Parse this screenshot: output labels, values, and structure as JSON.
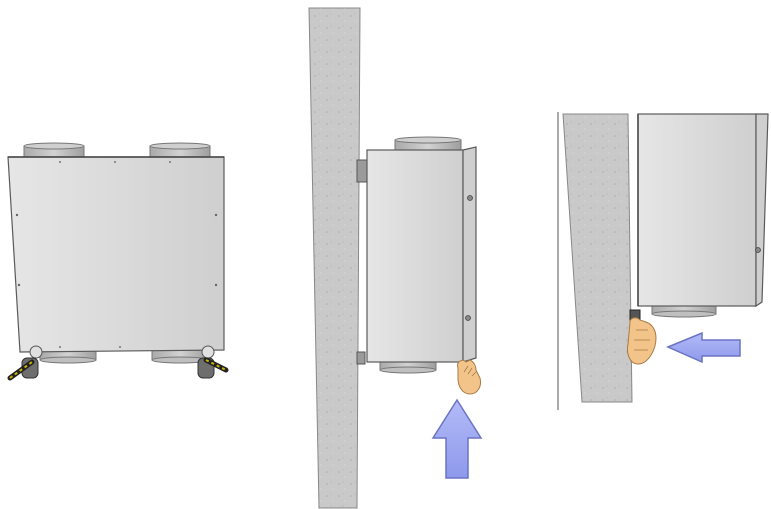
{
  "figure": {
    "panels": [
      {
        "name": "unit-front-view",
        "parts": [
          "ventilation-unit",
          "duct-collar-top-left",
          "duct-collar-top-right",
          "duct-collar-bottom-left",
          "duct-collar-bottom-right",
          "adjustable-foot-left",
          "adjustable-foot-right"
        ]
      },
      {
        "name": "unit-side-mounting-view",
        "parts": [
          "wall-section",
          "wall-bracket",
          "ventilation-unit",
          "hand",
          "arrow-up"
        ]
      },
      {
        "name": "unit-detail-view",
        "parts": [
          "wall-section",
          "ventilation-unit",
          "hand",
          "arrow-left"
        ]
      }
    ],
    "colors": {
      "unit_fill": "#dcdcdc",
      "unit_edge": "#5a5a5a",
      "collar": "#bdbdbd",
      "wall": "#c8c8c8",
      "arrow_fill": "#9aa6f0",
      "arrow_edge": "#6b74c4",
      "skin": "#f2c48a",
      "foot_stripe": "#c9b400"
    }
  }
}
